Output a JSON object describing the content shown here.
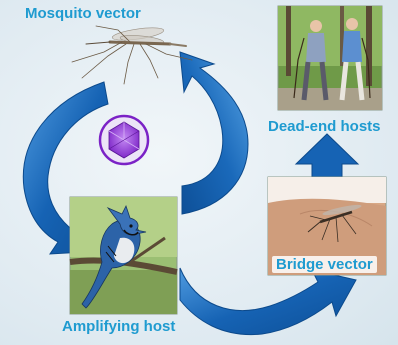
{
  "labels": {
    "mosquito_vector": "Mosquito vector",
    "dead_end_hosts": "Dead-end hosts",
    "bridge_vector": "Bridge vector",
    "amplifying_host": "Amplifying host"
  },
  "colors": {
    "label_text": "#1f9bd0",
    "arrow_fill": "#1663b4",
    "arrow_highlight": "#5aa6e6",
    "virus": "#8b2fd6"
  },
  "images": {
    "mosquito_vector": "mosquito-illustration",
    "dead_end_hosts": "walking-couple-photo",
    "amplifying_host": "blue-jay-photo",
    "bridge_vector": "mosquito-on-skin-photo",
    "virus": "icosahedral-virus-icon"
  }
}
